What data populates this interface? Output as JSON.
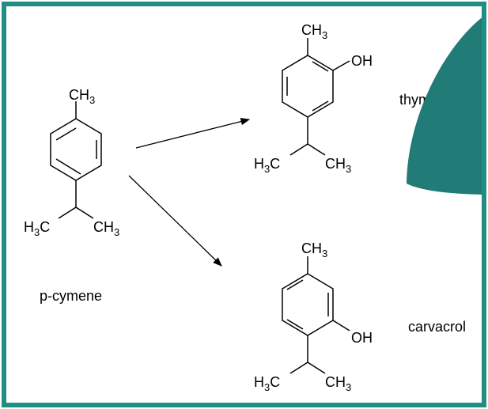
{
  "colors": {
    "frame": "#1f8f84",
    "accent_shape": "#217b76",
    "line": "#000000",
    "background": "#ffffff"
  },
  "labels": {
    "p_cymene": "p-cymene",
    "thymol": "thymol",
    "carvacrol": "carvacrol"
  },
  "groups": {
    "ch": "CH",
    "h": "H",
    "c": "C",
    "oh": "OH",
    "three": "3"
  }
}
